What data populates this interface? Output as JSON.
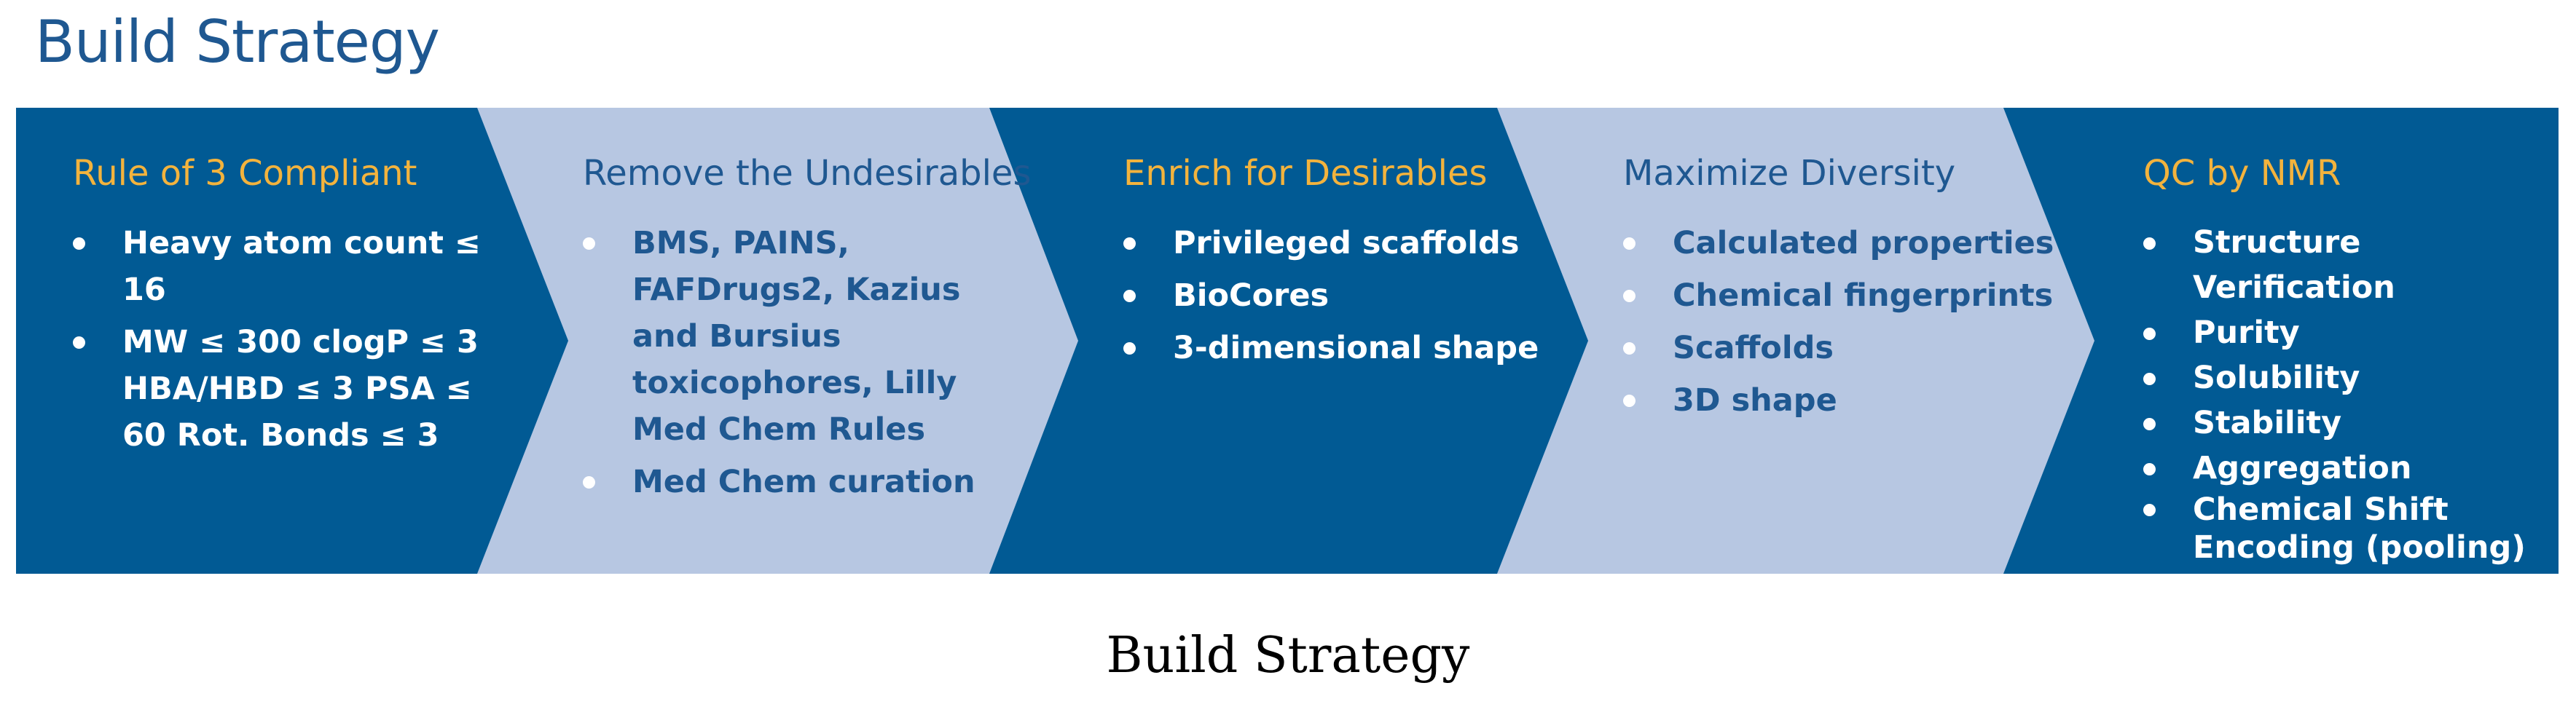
{
  "title": "Build Strategy",
  "caption": "Build Strategy",
  "colors": {
    "dark_band": "#015a94",
    "light_band": "#b7c7e2",
    "dark_title": "#f3b33d",
    "light_title": "#1f5891",
    "heading": "#1f5891"
  },
  "steps": [
    {
      "title": "Rule of 3 Compliant",
      "items": [
        "Heavy atom count ≤ 16",
        "MW ≤ 300 clogP ≤ 3 HBA/HBD ≤ 3 PSA ≤ 60 Rot. Bonds ≤ 3"
      ]
    },
    {
      "title": "Remove the Undesirables",
      "items": [
        "BMS, PAINS, FAFDrugs2, Kazius and Bursius toxicophores, Lilly Med Chem Rules",
        "Med Chem curation"
      ]
    },
    {
      "title": "Enrich for Desirables",
      "items": [
        "Privileged scaffolds",
        "BioCores",
        "3-dimensional shape"
      ]
    },
    {
      "title": "Maximize Diversity",
      "items": [
        "Calculated properties",
        "Chemical fingerprints",
        "Scaffolds",
        "3D shape"
      ]
    },
    {
      "title": "QC by NMR",
      "items": [
        "Structure Verification",
        "Purity",
        "Solubility",
        "Stability",
        "Aggregation",
        "Chemical Shift Encoding (pooling)"
      ]
    }
  ]
}
